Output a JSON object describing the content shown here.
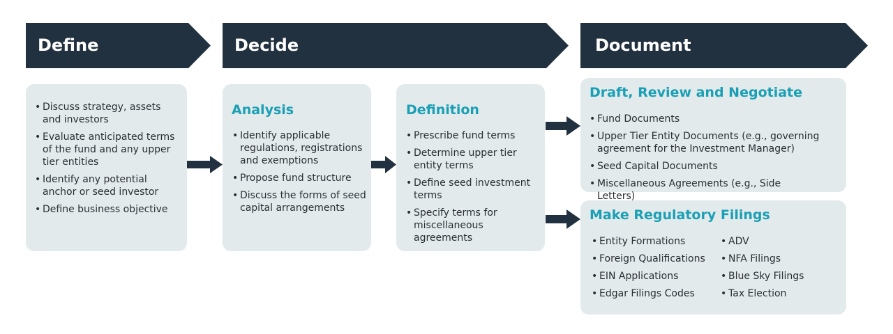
{
  "stages": {
    "define": "Define",
    "decide": "Decide",
    "document": "Document"
  },
  "define_box": {
    "items": [
      "Discuss strategy, assets and investors",
      "Evaluate anticipated terms of the fund and any upper tier entities",
      "Identify any potential anchor or seed investor",
      "Define business objective"
    ]
  },
  "analysis": {
    "title": "Analysis",
    "items": [
      "Identify applicable regulations, registrations and exemptions",
      "Propose fund structure",
      "Discuss the forms of seed capital arrangements"
    ]
  },
  "definition": {
    "title": "Definition",
    "items": [
      "Prescribe fund terms",
      "Determine upper tier entity terms",
      "Define seed investment terms",
      "Specify terms for miscellaneous agreements"
    ]
  },
  "draft": {
    "title": "Draft, Review and Negotiate",
    "items": [
      "Fund Documents",
      "Upper Tier Entity Documents (e.g., governing agreement for the Investment Manager)",
      "Seed Capital Documents",
      "Miscellaneous Agreements (e.g., Side Letters)"
    ]
  },
  "filings": {
    "title": "Make Regulatory Filings",
    "col1": [
      "Entity Formations",
      "Foreign Qualifications",
      "EIN Applications",
      "Edgar Filings Codes"
    ],
    "col2": [
      "ADV",
      "NFA Filings",
      "Blue Sky Filings",
      "Tax Election"
    ]
  },
  "colors": {
    "banner": "#22313f",
    "card": "#e2eaec",
    "accent": "#1a9fb5"
  }
}
